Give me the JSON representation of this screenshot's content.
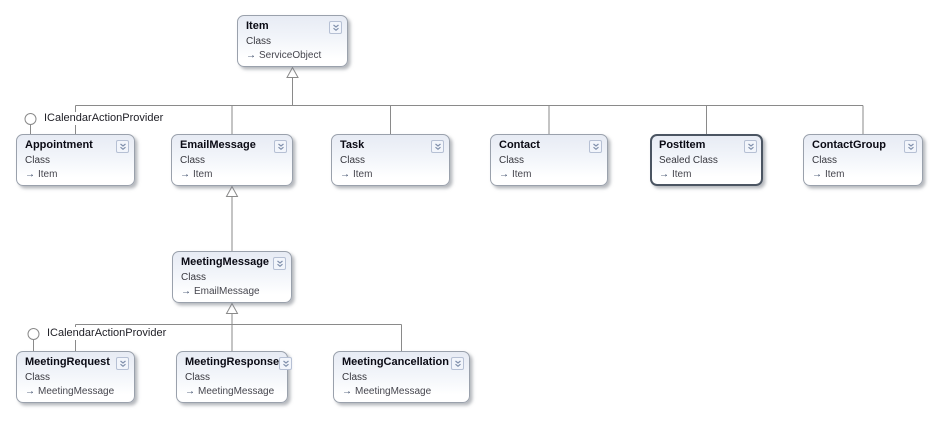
{
  "diagram": {
    "background_color": "#ffffff",
    "connector_color": "#8a8a8a",
    "node_border_color": "#9aa1ac",
    "node_header_color": "#e7ebf4",
    "selected_border_color": "#4b5562"
  },
  "icons": {
    "collapse_icon": "double-chevron-down",
    "inherits_arrow_glyph": "→",
    "lollipop_icon": "interface-lollipop"
  },
  "nodes": [
    {
      "name": "Item",
      "kind": "Class",
      "base": "ServiceObject"
    },
    {
      "name": "Appointment",
      "kind": "Class",
      "base": "Item"
    },
    {
      "name": "EmailMessage",
      "kind": "Class",
      "base": "Item"
    },
    {
      "name": "Task",
      "kind": "Class",
      "base": "Item"
    },
    {
      "name": "Contact",
      "kind": "Class",
      "base": "Item"
    },
    {
      "name": "PostItem",
      "kind": "Sealed Class",
      "base": "Item"
    },
    {
      "name": "ContactGroup",
      "kind": "Class",
      "base": "Item"
    },
    {
      "name": "MeetingMessage",
      "kind": "Class",
      "base": "EmailMessage"
    },
    {
      "name": "MeetingRequest",
      "kind": "Class",
      "base": "MeetingMessage"
    },
    {
      "name": "MeetingResponse",
      "kind": "Class",
      "base": "MeetingMessage"
    },
    {
      "name": "MeetingCancellation",
      "kind": "Class",
      "base": "MeetingMessage"
    }
  ],
  "interfaces": [
    {
      "label": "ICalendarActionProvider",
      "attached_to": "Appointment"
    },
    {
      "label": "ICalendarActionProvider",
      "attached_to": "MeetingRequest"
    }
  ]
}
